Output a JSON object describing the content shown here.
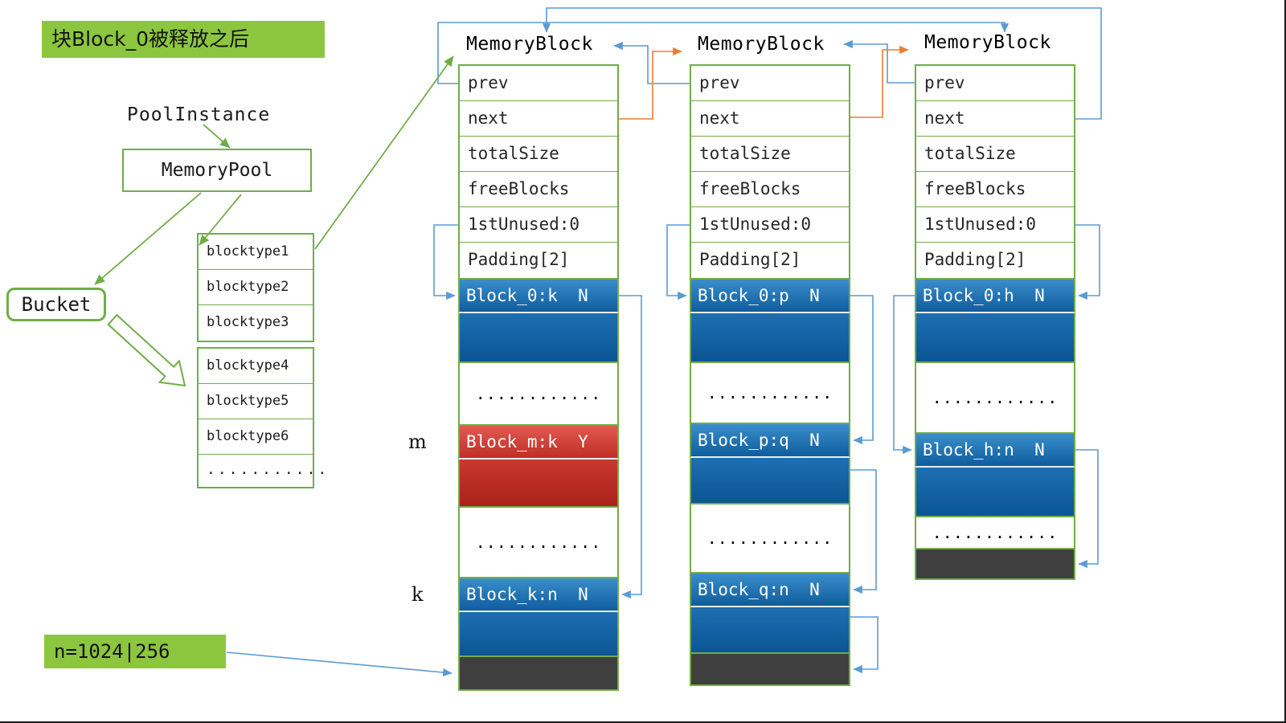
{
  "annotation": {
    "title": "块Block_0被释放之后",
    "pool_instance": "PoolInstance",
    "memory_pool": "MemoryPool",
    "bucket": "Bucket",
    "n_formula": "n=1024|256",
    "row_label_m": "m",
    "row_label_k": "k"
  },
  "bucket_list": {
    "group1": [
      "blocktype1",
      "blocktype2",
      "blocktype3"
    ],
    "group2": [
      "blocktype4",
      "blocktype5",
      "blocktype6"
    ],
    "ellipsis": "..........."
  },
  "columns": [
    {
      "title": "MemoryBlock",
      "fields": [
        "prev",
        "next",
        "totalSize",
        "freeBlocks",
        "1stUnused:0",
        "Padding[2]"
      ],
      "segments": {
        "block_top": "Block_0:k  N",
        "dots_1": "............",
        "block_mid": "Block_m:k  Y",
        "dots_2": "............",
        "block_bottom": "Block_k:n  N"
      }
    },
    {
      "title": "MemoryBlock",
      "fields": [
        "prev",
        "next",
        "totalSize",
        "freeBlocks",
        "1stUnused:0",
        "Padding[2]"
      ],
      "segments": {
        "block_top": "Block_0:p  N",
        "dots_1": "............",
        "block_mid": "Block_p:q  N",
        "dots_2": "............",
        "block_bottom": "Block_q:n  N"
      }
    },
    {
      "title": "MemoryBlock",
      "fields": [
        "prev",
        "next",
        "totalSize",
        "freeBlocks",
        "1stUnused:0",
        "Padding[2]"
      ],
      "segments": {
        "block_top": "Block_0:h  N",
        "dots_1": "............",
        "block_mid": "Block_h:n  N",
        "dots_2": "............"
      }
    }
  ],
  "colors": {
    "green_fill": "#8CC63F",
    "green_line": "#70AD47",
    "blue_arrow": "#5B9BD5",
    "orange_arrow": "#ED7D31",
    "block_blue_top": "#3B8DCB",
    "block_blue_bottom": "#0B5593",
    "block_red_top": "#E05A50",
    "block_red_bottom": "#A9221B",
    "footer_gray": "#3F3F3F"
  }
}
